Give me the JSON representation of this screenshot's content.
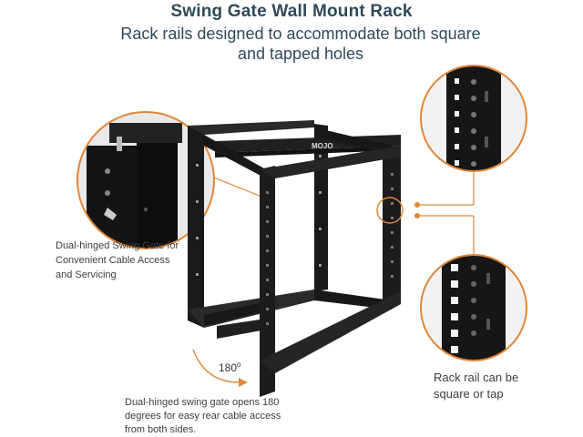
{
  "title": "Swing Gate Wall Mount Rack",
  "subtitle": {
    "line1": "Rack rails designed to accommodate both square",
    "line2": "and tapped holes"
  },
  "callouts": {
    "left": [
      "Dual-hinged Swing Gate for",
      "Convenient Cable Access",
      "and Servicing"
    ],
    "bottom": [
      "Dual-hinged swing gate opens 180",
      "degrees for easy rear cable access",
      "from both sides."
    ],
    "right": [
      "Rack rail can be",
      "square or tap"
    ],
    "rotation_label": "180",
    "rotation_unit": "o"
  },
  "logo_text": "MOJO",
  "colors": {
    "accent": "#e0873a",
    "title": "#2e4a5a",
    "rack": "#1c1c1c"
  }
}
